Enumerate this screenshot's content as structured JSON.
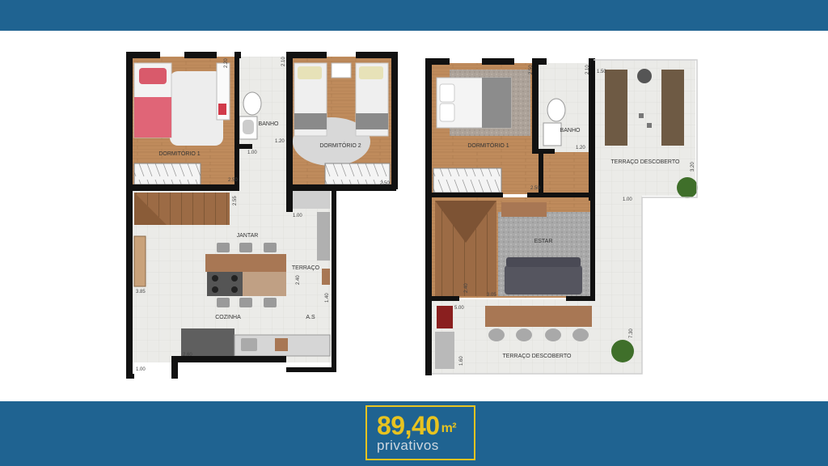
{
  "colors": {
    "band": "#1f6391",
    "badge_border": "#e8c320",
    "badge_text": "#e8c320",
    "wall": "#111111",
    "wood": "#b8865a",
    "tile": "#e9e9e7"
  },
  "badge": {
    "area": "89,40",
    "unit": "m²",
    "sub": "privativos"
  },
  "upper": {
    "rooms": {
      "dorm1": "DORMITÓRIO 1",
      "dorm2": "DORMITÓRIO 2",
      "banho": "BANHO",
      "jantar": "JANTAR",
      "terraco": "TERRAÇO",
      "cozinha": "COZINHA",
      "as": "A.S"
    },
    "dims": {
      "d1": "2.20",
      "d2": "2.10",
      "d3": "1.00",
      "d4": "1.20",
      "d5": "2.50",
      "d6": "2.50",
      "d7": "2.55",
      "d8": "1.00",
      "d9": "2.40",
      "d10": "1.40",
      "d11": "3.85",
      "d12": "2.60",
      "d13": "1.00"
    }
  },
  "lower": {
    "rooms": {
      "dorm1": "DORMITÓRIO 1",
      "banho": "BANHO",
      "terraco1": "TERRAÇO DESCOBERTO",
      "estar": "ESTAR",
      "terraco2": "TERRAÇO DESCOBERTO"
    },
    "dims": {
      "d1": "2.50",
      "d2": "2.10",
      "d3": "1.50",
      "d4": "1.20",
      "d5": "2.50",
      "d6": "1.00",
      "d7": "3.20",
      "d8": "2.40",
      "d9": "3.05",
      "d10": "5.00",
      "d11": "7.30",
      "d12": "1.60"
    }
  }
}
